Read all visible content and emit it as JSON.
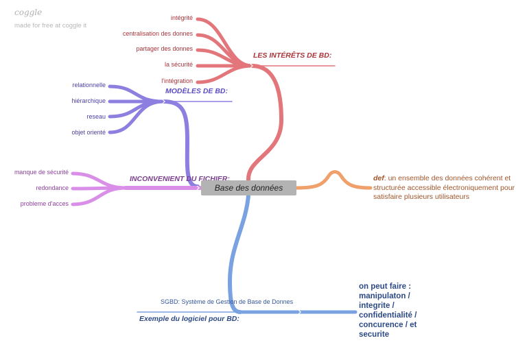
{
  "brand": {
    "logo": "coggle",
    "tagline": "made for free at coggle it"
  },
  "mindmap": {
    "central": "Base des données",
    "interets": {
      "label": "LES INTÉRÊTS DE BD:",
      "color": "#e3767a",
      "leaves": [
        "intégrité",
        "centralisation des donnes",
        "partager des donnes",
        "la sécurité",
        "l'intégration"
      ]
    },
    "modeles": {
      "label": "MODÈLES DE BD:",
      "color": "#8c7fe0",
      "leaves": [
        "relationnelle",
        "hiérarchique",
        "reseau",
        "objet orienté"
      ]
    },
    "inconvenient": {
      "label": "INCONVENIENT DU FICHIER:",
      "color": "#d98ee8",
      "leaves": [
        "manque de sécurité",
        "redondance",
        "probleme d'acces"
      ]
    },
    "definition": {
      "color": "#f0a06a",
      "term": "def",
      "text": ": un ensemble des données cohérent et structurée accessible électroniquement pour satisfaire plusieurs utilisateurs"
    },
    "logiciel": {
      "label": "Exemple du logiciel pour BD:",
      "color": "#7aa2e0",
      "sgbd": "SGBD: Système de Gestion de Base de Donnes",
      "operations": "on peut faire :\nmanipulaton /\nintegrite /\nconfidentialité /\nconcurence / et\nsecurite"
    }
  }
}
